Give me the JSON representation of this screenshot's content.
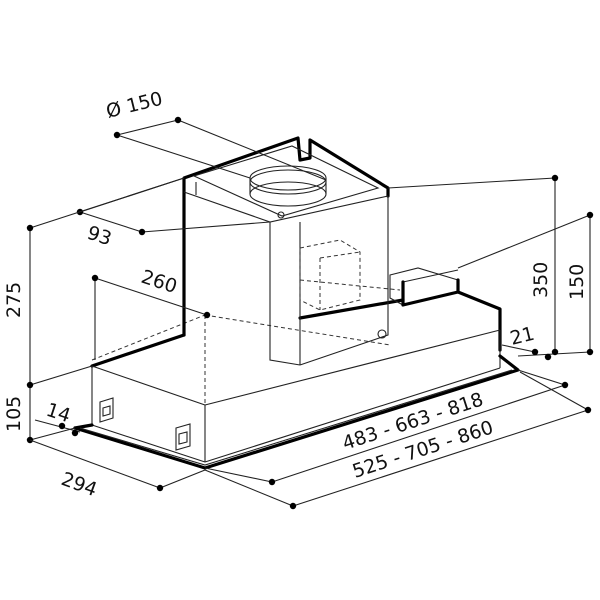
{
  "dimensions": {
    "duct_diameter": "Ø 150",
    "chimney_offset": "93",
    "depth_inner": "260",
    "height_total": "275",
    "height_body": "105",
    "chimney_height": "350",
    "outlet_height": "150",
    "edge_offset": "21",
    "side_offset": "14",
    "depth_total": "294",
    "widths_inner": "483 - 663 - 818",
    "widths_outer": "525 - 705 - 860"
  }
}
